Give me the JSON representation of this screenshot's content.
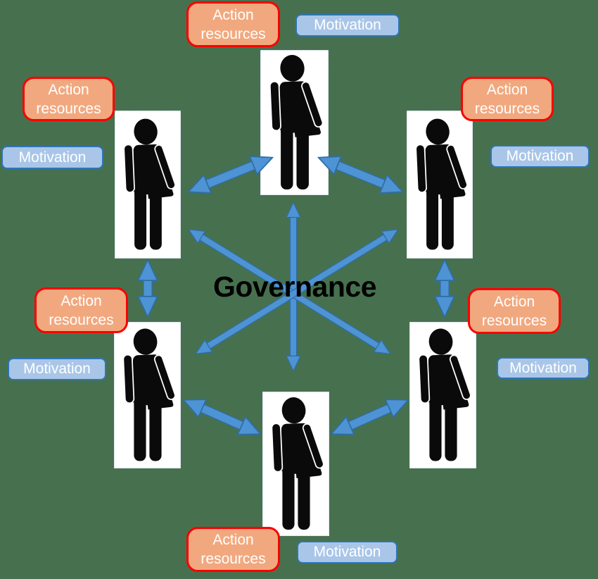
{
  "diagram": {
    "background_color": "#47714E",
    "center_label": "Governance",
    "colors": {
      "action_box_fill": "#F2A87E",
      "action_box_border": "#FA0000",
      "motivation_box_fill": "#A9C6E8",
      "motivation_box_border": "#2E75B6",
      "box_text": "#FFFFFF",
      "arrow_fill": "#4E93D3",
      "arrow_outline": "#2E6DA8",
      "person_silhouette": "#0A0A0A",
      "person_card_background": "#FFFFFF",
      "center_label_color": "#000000"
    },
    "nodes": [
      {
        "id": "top",
        "action_resources": "Action resources",
        "motivation": "Motivation"
      },
      {
        "id": "upper-left",
        "action_resources": "Action resources",
        "motivation": "Motivation"
      },
      {
        "id": "upper-right",
        "action_resources": "Action resources",
        "motivation": "Motivation"
      },
      {
        "id": "lower-left",
        "action_resources": "Action resources",
        "motivation": "Motivation"
      },
      {
        "id": "lower-right",
        "action_resources": "Action resources",
        "motivation": "Motivation"
      },
      {
        "id": "bottom",
        "action_resources": "Action resources",
        "motivation": "Motivation"
      }
    ],
    "edges": [
      {
        "from": "upper-left",
        "to": "top"
      },
      {
        "from": "top",
        "to": "upper-right"
      },
      {
        "from": "upper-left",
        "to": "lower-left"
      },
      {
        "from": "upper-right",
        "to": "lower-right"
      },
      {
        "from": "lower-left",
        "to": "bottom"
      },
      {
        "from": "bottom",
        "to": "lower-right"
      },
      {
        "from": "top",
        "to": "bottom"
      },
      {
        "from": "upper-left",
        "to": "lower-right"
      },
      {
        "from": "upper-right",
        "to": "lower-left"
      }
    ]
  }
}
